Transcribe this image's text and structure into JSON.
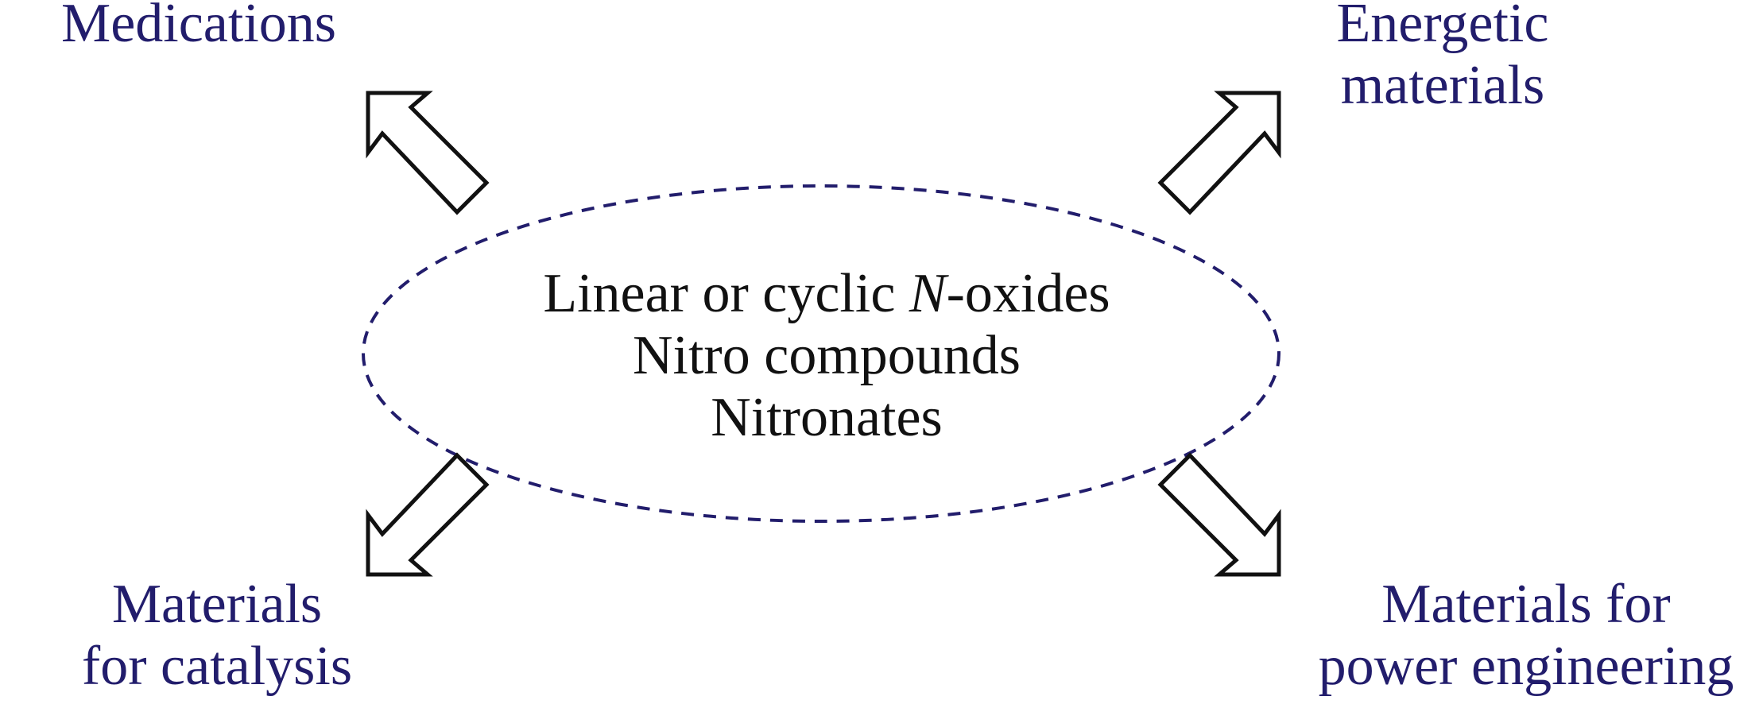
{
  "center": {
    "line1_prefix": "Linear or cyclic ",
    "line1_italic": "N",
    "line1_suffix": "-oxides",
    "line2": "Nitro compounds",
    "line3": "Nitronates"
  },
  "applications": {
    "top_left": [
      "Medications"
    ],
    "top_right": [
      "Energetic",
      "materials"
    ],
    "bottom_left": [
      "Materials",
      "for catalysis"
    ],
    "bottom_right": [
      "Materials for",
      "power engineering"
    ]
  },
  "colors": {
    "label": "#221d6c",
    "ellipse": "#221d6c",
    "center_text": "#111111"
  }
}
